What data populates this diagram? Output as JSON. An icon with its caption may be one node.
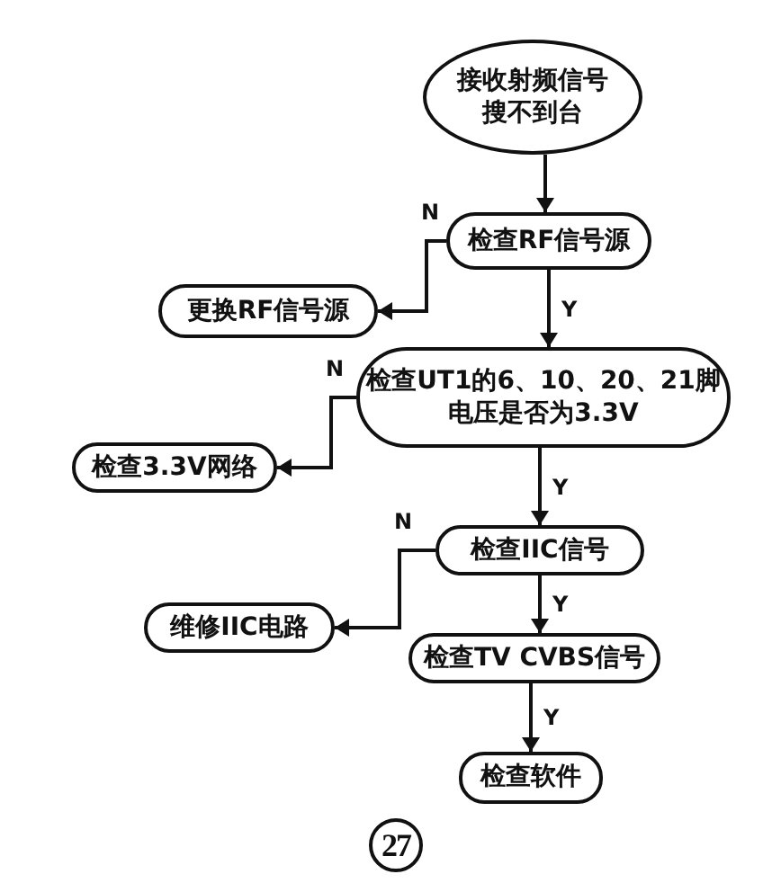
{
  "diagram": {
    "nodes": [
      {
        "text": [
          "接收射频信号搜不到台"
        ]
      },
      {
        "text": [
          "检查RF信号源"
        ]
      },
      {
        "text": [
          "更换RF信号源"
        ]
      },
      {
        "text": [
          "检查UT1的6、10、20、21脚电压是否为3.3V"
        ]
      },
      {
        "text": [
          "检查3.3V网络"
        ]
      },
      {
        "text": [
          "检查IIC信号"
        ]
      },
      {
        "text": [
          "维修IIC电路"
        ]
      },
      {
        "text": [
          "检查TV CVBS信号"
        ]
      },
      {
        "text": [
          "检查软件"
        ]
      }
    ],
    "edges": [
      {
        "from": 0,
        "to": 1,
        "arrow": "to"
      },
      {
        "from": 1,
        "to": 2,
        "arrow": "to",
        "label": "N"
      },
      {
        "from": 1,
        "to": 3,
        "arrow": "to",
        "label": "Y"
      },
      {
        "from": 3,
        "to": 4,
        "arrow": "to",
        "label": "N"
      },
      {
        "from": 3,
        "to": 5,
        "arrow": "to",
        "label": "Y"
      },
      {
        "from": 5,
        "to": 6,
        "arrow": "to",
        "label": "N"
      },
      {
        "from": 5,
        "to": 7,
        "arrow": "to",
        "label": "Y"
      },
      {
        "from": 7,
        "to": 8,
        "arrow": "to",
        "label": "Y"
      }
    ],
    "labels": [
      "27"
    ]
  }
}
